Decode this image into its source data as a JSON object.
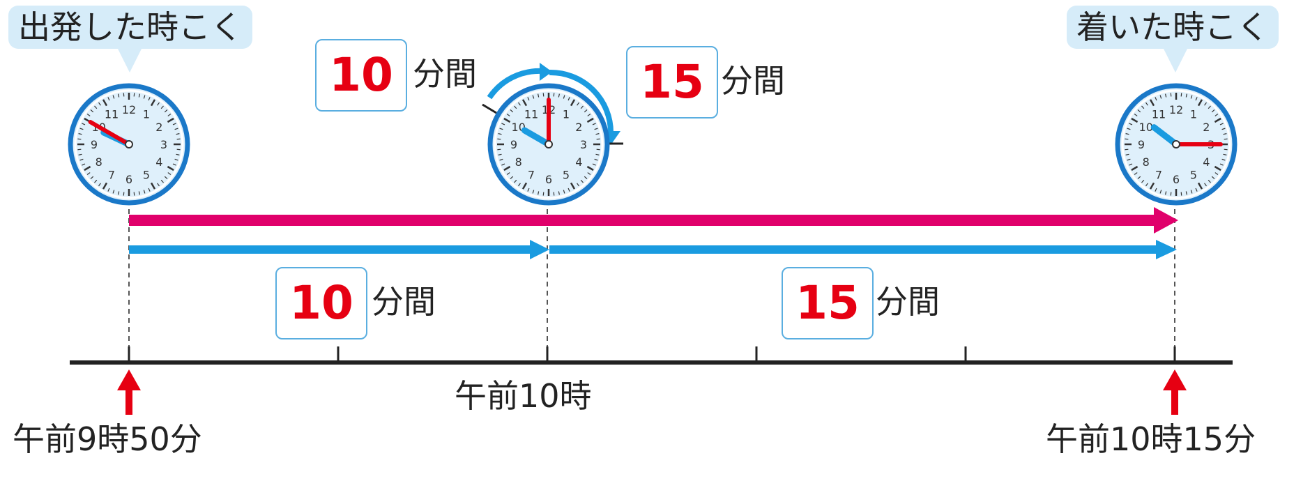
{
  "callouts": {
    "start": "出発した時こく",
    "end": "着いた時こく"
  },
  "answers": {
    "top_left": {
      "value": "10",
      "unit": "分間"
    },
    "top_right": {
      "value": "15",
      "unit": "分間"
    },
    "mid_left": {
      "value": "10",
      "unit": "分間"
    },
    "mid_right": {
      "value": "15",
      "unit": "分間"
    }
  },
  "timeline": {
    "start_label": "午前9時50分",
    "mid_label": "午前10時",
    "end_label": "午前10時15分"
  },
  "clocks": {
    "numerals": [
      "12",
      "1",
      "2",
      "3",
      "4",
      "5",
      "6",
      "7",
      "8",
      "9",
      "10",
      "11"
    ],
    "start": {
      "hour": 9,
      "minute": 50
    },
    "mid": {
      "hour": 10,
      "minute": 0
    },
    "end": {
      "hour": 10,
      "minute": 15
    }
  },
  "colors": {
    "total_arrow": "#e0006b",
    "part_arrow": "#1a9be0",
    "minute_hand": "#e60012",
    "hour_hand": "#1a9be0",
    "answer_text": "#e60012",
    "box_border": "#5aaee0",
    "callout_bg": "#d6ecf9",
    "clock_rim": "#1a78c8",
    "clock_face": "#dff0fb",
    "time_arrow": "#e60012"
  }
}
